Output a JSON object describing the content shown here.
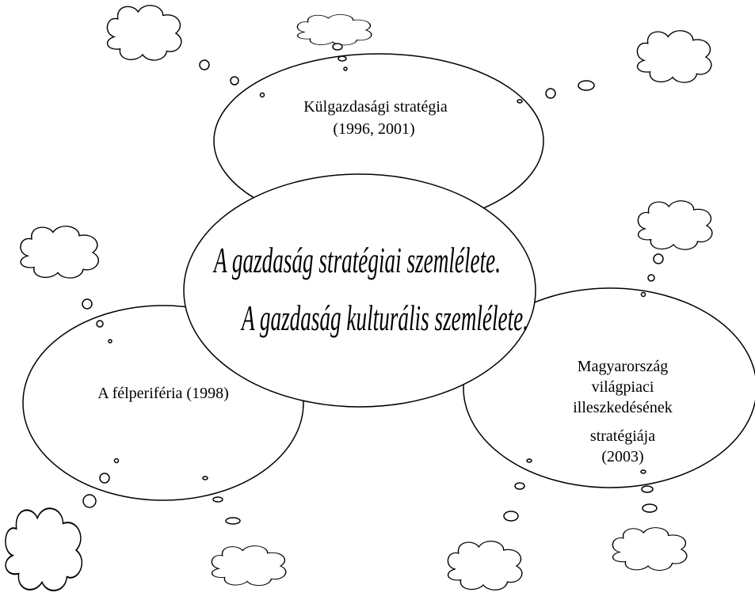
{
  "central": {
    "line1": "A gazdaság stratégiai szemlélete.",
    "line2": "A gazdaság kulturális szemlélete."
  },
  "nodes": {
    "top": {
      "line1": "Külgazdasági stratégia",
      "line2": "(1996, 2001)"
    },
    "left": {
      "line1": "A félperiféria (1998)"
    },
    "right": {
      "line1": "Magyarország",
      "line2": "világpiaci",
      "line3": "illeszkedésének",
      "line4": "stratégiája",
      "line5": "(2003)"
    }
  },
  "style": {
    "stroke": "#000000",
    "fill": "#ffffff"
  }
}
